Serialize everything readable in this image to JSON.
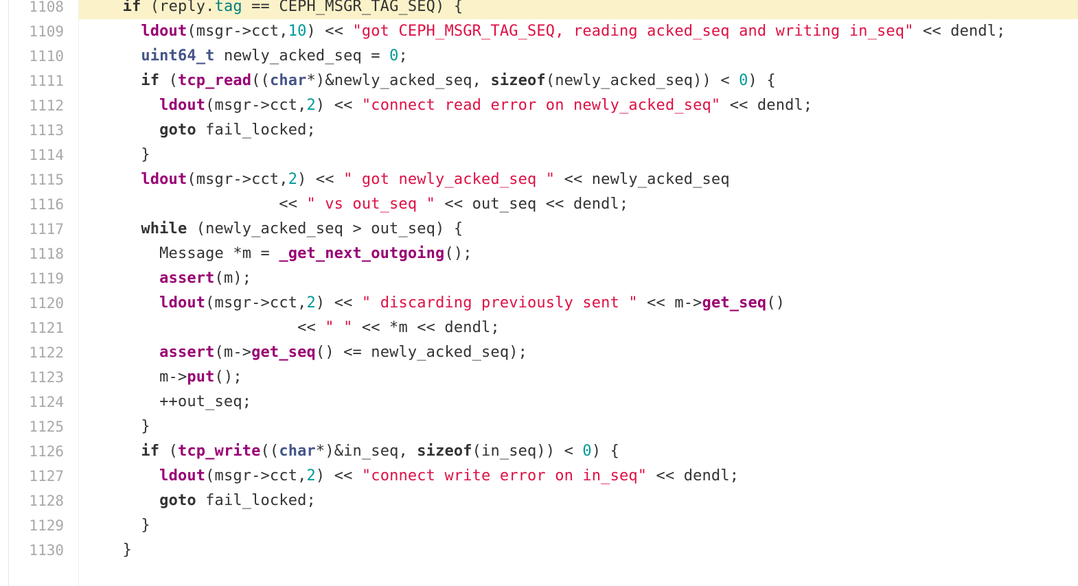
{
  "viewer": {
    "highlight_color": "#fbf2c9",
    "colors": {
      "keyword": "#333333",
      "type": "#445588",
      "function": "#990073",
      "string": "#dd1144",
      "number": "#009999",
      "property": "#008080",
      "line_number": "#a8a8a8"
    }
  },
  "lines": [
    {
      "n": "1108",
      "hl": true,
      "tokens": [
        {
          "t": "    "
        },
        {
          "t": "if",
          "c": "kw"
        },
        {
          "t": " (reply."
        },
        {
          "t": "tag",
          "c": "pr"
        },
        {
          "t": " == CEPH_MSGR_TAG_SEQ) {"
        }
      ]
    },
    {
      "n": "1109",
      "tokens": [
        {
          "t": "      "
        },
        {
          "t": "ldout",
          "c": "fn"
        },
        {
          "t": "(msgr->cct,"
        },
        {
          "t": "10",
          "c": "nu"
        },
        {
          "t": ") << "
        },
        {
          "t": "\"got CEPH_MSGR_TAG_SEQ, reading acked_seq and writing in_seq\"",
          "c": "st"
        },
        {
          "t": " << dendl;"
        }
      ]
    },
    {
      "n": "1110",
      "tokens": [
        {
          "t": "      "
        },
        {
          "t": "uint64_t",
          "c": "ty"
        },
        {
          "t": " newly_acked_seq = "
        },
        {
          "t": "0",
          "c": "nu"
        },
        {
          "t": ";"
        }
      ]
    },
    {
      "n": "1111",
      "tokens": [
        {
          "t": "      "
        },
        {
          "t": "if",
          "c": "kw"
        },
        {
          "t": " ("
        },
        {
          "t": "tcp_read",
          "c": "fn"
        },
        {
          "t": "(("
        },
        {
          "t": "char",
          "c": "ty"
        },
        {
          "t": "*)&newly_acked_seq, "
        },
        {
          "t": "sizeof",
          "c": "kw"
        },
        {
          "t": "(newly_acked_seq)) < "
        },
        {
          "t": "0",
          "c": "nu"
        },
        {
          "t": ") {"
        }
      ]
    },
    {
      "n": "1112",
      "tokens": [
        {
          "t": "        "
        },
        {
          "t": "ldout",
          "c": "fn"
        },
        {
          "t": "(msgr->cct,"
        },
        {
          "t": "2",
          "c": "nu"
        },
        {
          "t": ") << "
        },
        {
          "t": "\"connect read error on newly_acked_seq\"",
          "c": "st"
        },
        {
          "t": " << dendl;"
        }
      ]
    },
    {
      "n": "1113",
      "tokens": [
        {
          "t": "        "
        },
        {
          "t": "goto",
          "c": "kw"
        },
        {
          "t": " fail_locked;"
        }
      ]
    },
    {
      "n": "1114",
      "tokens": [
        {
          "t": "      }"
        }
      ]
    },
    {
      "n": "1115",
      "tokens": [
        {
          "t": "      "
        },
        {
          "t": "ldout",
          "c": "fn"
        },
        {
          "t": "(msgr->cct,"
        },
        {
          "t": "2",
          "c": "nu"
        },
        {
          "t": ") << "
        },
        {
          "t": "\" got newly_acked_seq \"",
          "c": "st"
        },
        {
          "t": " << newly_acked_seq"
        }
      ]
    },
    {
      "n": "1116",
      "tokens": [
        {
          "t": "                     << "
        },
        {
          "t": "\" vs out_seq \"",
          "c": "st"
        },
        {
          "t": " << out_seq << dendl;"
        }
      ]
    },
    {
      "n": "1117",
      "tokens": [
        {
          "t": "      "
        },
        {
          "t": "while",
          "c": "kw"
        },
        {
          "t": " (newly_acked_seq > out_seq) {"
        }
      ]
    },
    {
      "n": "1118",
      "tokens": [
        {
          "t": "        Message *m = "
        },
        {
          "t": "_get_next_outgoing",
          "c": "fn"
        },
        {
          "t": "();"
        }
      ]
    },
    {
      "n": "1119",
      "tokens": [
        {
          "t": "        "
        },
        {
          "t": "assert",
          "c": "fn"
        },
        {
          "t": "(m);"
        }
      ]
    },
    {
      "n": "1120",
      "tokens": [
        {
          "t": "        "
        },
        {
          "t": "ldout",
          "c": "fn"
        },
        {
          "t": "(msgr->cct,"
        },
        {
          "t": "2",
          "c": "nu"
        },
        {
          "t": ") << "
        },
        {
          "t": "\" discarding previously sent \"",
          "c": "st"
        },
        {
          "t": " << m->"
        },
        {
          "t": "get_seq",
          "c": "fn"
        },
        {
          "t": "()"
        }
      ]
    },
    {
      "n": "1121",
      "tokens": [
        {
          "t": "                       << "
        },
        {
          "t": "\" \"",
          "c": "st"
        },
        {
          "t": " << *m << dendl;"
        }
      ]
    },
    {
      "n": "1122",
      "tokens": [
        {
          "t": "        "
        },
        {
          "t": "assert",
          "c": "fn"
        },
        {
          "t": "(m->"
        },
        {
          "t": "get_seq",
          "c": "fn"
        },
        {
          "t": "() <= newly_acked_seq);"
        }
      ]
    },
    {
      "n": "1123",
      "tokens": [
        {
          "t": "        m->"
        },
        {
          "t": "put",
          "c": "fn"
        },
        {
          "t": "();"
        }
      ]
    },
    {
      "n": "1124",
      "tokens": [
        {
          "t": "        ++out_seq;"
        }
      ]
    },
    {
      "n": "1125",
      "tokens": [
        {
          "t": "      }"
        }
      ]
    },
    {
      "n": "1126",
      "tokens": [
        {
          "t": "      "
        },
        {
          "t": "if",
          "c": "kw"
        },
        {
          "t": " ("
        },
        {
          "t": "tcp_write",
          "c": "fn"
        },
        {
          "t": "(("
        },
        {
          "t": "char",
          "c": "ty"
        },
        {
          "t": "*)&in_seq, "
        },
        {
          "t": "sizeof",
          "c": "kw"
        },
        {
          "t": "(in_seq)) < "
        },
        {
          "t": "0",
          "c": "nu"
        },
        {
          "t": ") {"
        }
      ]
    },
    {
      "n": "1127",
      "tokens": [
        {
          "t": "        "
        },
        {
          "t": "ldout",
          "c": "fn"
        },
        {
          "t": "(msgr->cct,"
        },
        {
          "t": "2",
          "c": "nu"
        },
        {
          "t": ") << "
        },
        {
          "t": "\"connect write error on in_seq\"",
          "c": "st"
        },
        {
          "t": " << dendl;"
        }
      ]
    },
    {
      "n": "1128",
      "tokens": [
        {
          "t": "        "
        },
        {
          "t": "goto",
          "c": "kw"
        },
        {
          "t": " fail_locked;"
        }
      ]
    },
    {
      "n": "1129",
      "tokens": [
        {
          "t": "      }"
        }
      ]
    },
    {
      "n": "1130",
      "tokens": [
        {
          "t": "    }"
        }
      ]
    }
  ]
}
